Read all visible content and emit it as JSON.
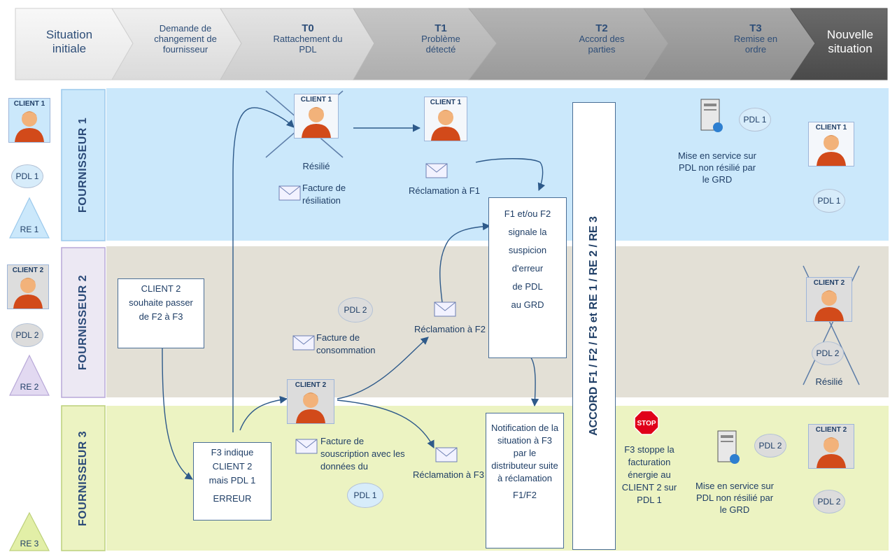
{
  "header": {
    "steps": [
      {
        "title": "",
        "text": "Situation initiale"
      },
      {
        "title": "",
        "text": "Demande de changement de fournisseur"
      },
      {
        "title": "T0",
        "text": "Rattachement du PDL"
      },
      {
        "title": "T1",
        "text": "Problème détecté"
      },
      {
        "title": "T2",
        "text": "Accord des parties"
      },
      {
        "title": "T3",
        "text": "Remise en ordre"
      },
      {
        "title": "",
        "text": "Nouvelle situation"
      }
    ]
  },
  "lanes": [
    {
      "name": "FOURNISSEUR 1",
      "color": "#cbe8fb"
    },
    {
      "name": "FOURNISSEUR 2",
      "color": "#e3e0d6"
    },
    {
      "name": "FOURNISSEUR 3",
      "color": "#ecf3c2"
    }
  ],
  "left": {
    "client1": "CLIENT 1",
    "pdl1": "PDL 1",
    "re1": "RE 1",
    "client2": "CLIENT 2",
    "pdl2": "PDL 2",
    "re2": "RE 2",
    "re3": "RE 3"
  },
  "f1": {
    "client_resilie": "CLIENT 1",
    "resilie_label": "Résilié",
    "facture_resiliation": "Facture de résiliation",
    "client_t1": "CLIENT 1",
    "reclamation_f1": "Réclamation à F1",
    "pdl_right": "PDL 1",
    "mise_service": "Mise en service sur PDL non résilié par le GRD",
    "client_new": "CLIENT 1",
    "pdl_new": "PDL 1"
  },
  "f2": {
    "box": "CLIENT 2 souhaite passer de F2 à F3",
    "pdl": "PDL 2",
    "facture_conso": "Facture de consommation",
    "reclamation_f2": "Réclamation à F2",
    "client_resilie": "CLIENT 2",
    "pdl_resilie": "PDL 2",
    "resilie_label": "Résilié"
  },
  "f3": {
    "box_lines": [
      "F3 indique",
      "CLIENT 2",
      "mais PDL 1",
      "ERREUR"
    ],
    "client": "CLIENT 2",
    "facture_souscription": "Facture de souscription avec les données du",
    "pdl1": "PDL 1",
    "reclamation_f3": "Réclamation à F3",
    "notification": "Notification de la situation à F3 par le distributeur suite à réclamation",
    "notification_ref": "F1/F2",
    "stop_label": "STOP",
    "stop_text": "F3 stoppe la facturation énergie au CLIENT 2 sur PDL 1",
    "pdl_right": "PDL 2",
    "mise_service": "Mise en service sur PDL non résilié par le GRD",
    "client_new": "CLIENT 2",
    "pdl_new": "PDL 2"
  },
  "signal_note": [
    "F1 et/ou F2",
    "signale la",
    "suspicion",
    "d'erreur",
    "de PDL",
    "au GRD"
  ],
  "accord": "ACCORD F1 / F2 / F3 et RE 1 / RE 2 / RE 3",
  "colors": {
    "text": "#1f3e66",
    "arrow": "#2e5a8a",
    "cross": "#5d7da8",
    "stop": "#e0001a"
  }
}
